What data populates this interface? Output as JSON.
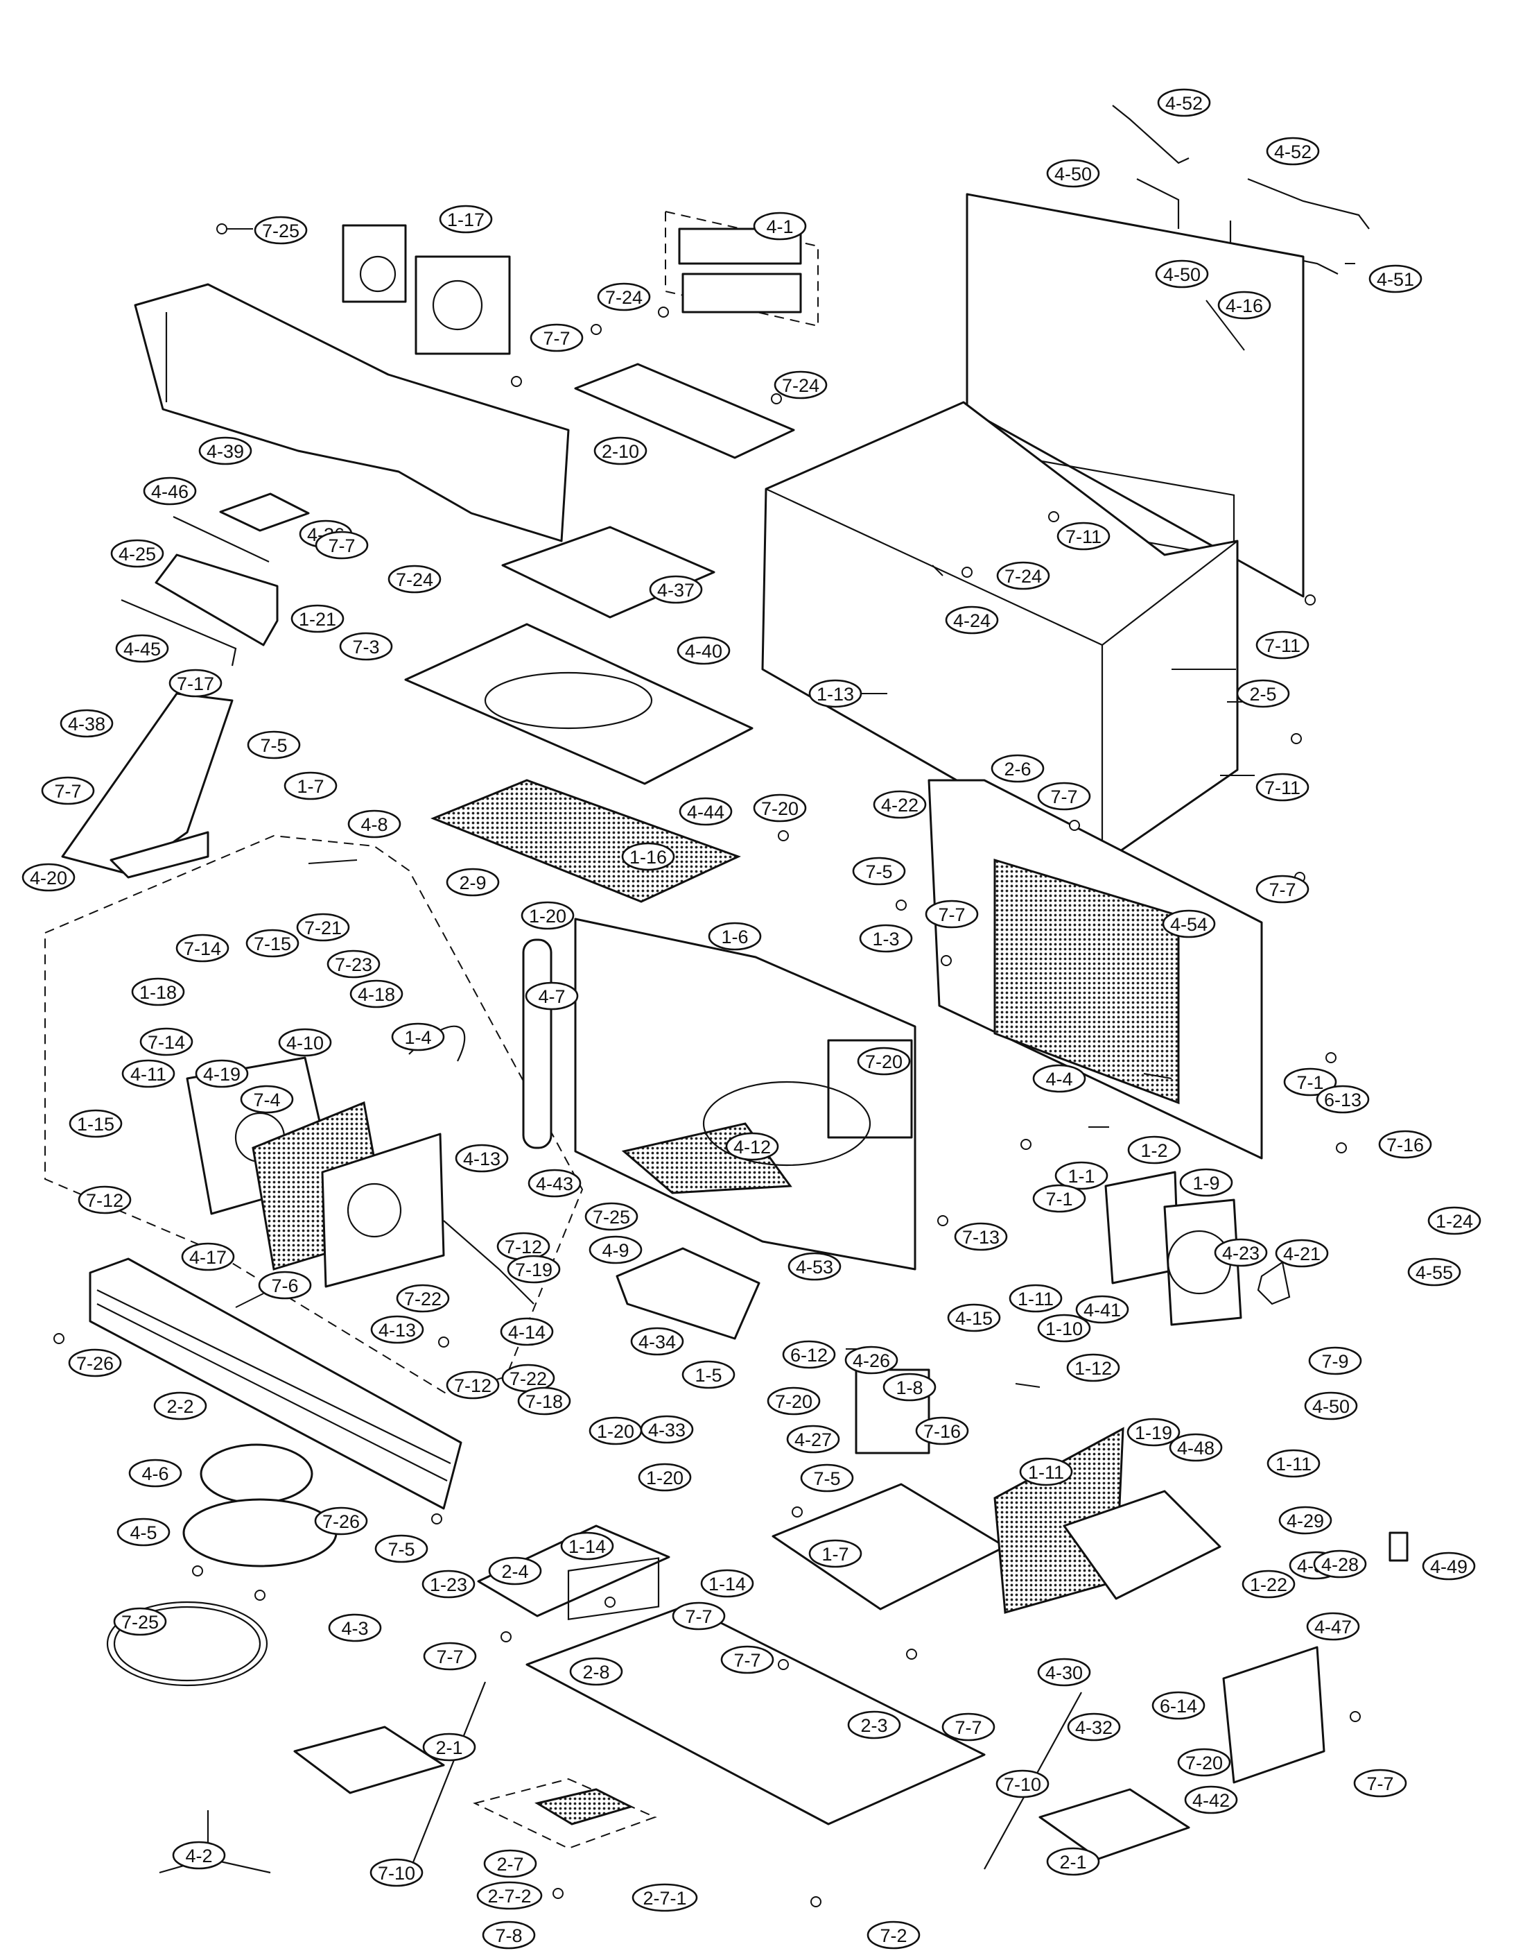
{
  "labels": [
    {
      "text": "4-52"
    },
    {
      "text": "4-52"
    },
    {
      "text": "4-50"
    },
    {
      "text": "4-50"
    },
    {
      "text": "4-51"
    },
    {
      "text": "4-16"
    },
    {
      "text": "7-25"
    },
    {
      "text": "1-17"
    },
    {
      "text": "7-7"
    },
    {
      "text": "4-39"
    },
    {
      "text": "4-1"
    },
    {
      "text": "7-24"
    },
    {
      "text": "7-24"
    },
    {
      "text": "2-10"
    },
    {
      "text": "4-46"
    },
    {
      "text": "4-36"
    },
    {
      "text": "4-25"
    },
    {
      "text": "7-7"
    },
    {
      "text": "1-21"
    },
    {
      "text": "7-3"
    },
    {
      "text": "4-45"
    },
    {
      "text": "7-24"
    },
    {
      "text": "4-37"
    },
    {
      "text": "7-11"
    },
    {
      "text": "7-24"
    },
    {
      "text": "4-24"
    },
    {
      "text": "7-11"
    },
    {
      "text": "2-5"
    },
    {
      "text": "1-13"
    },
    {
      "text": "4-40"
    },
    {
      "text": "7-17"
    },
    {
      "text": "4-38"
    },
    {
      "text": "7-5"
    },
    {
      "text": "7-7"
    },
    {
      "text": "1-7"
    },
    {
      "text": "4-20"
    },
    {
      "text": "4-8"
    },
    {
      "text": "4-44"
    },
    {
      "text": "2-6"
    },
    {
      "text": "7-11"
    },
    {
      "text": "4-22"
    },
    {
      "text": "7-7"
    },
    {
      "text": "7-20"
    },
    {
      "text": "1-16"
    },
    {
      "text": "1-20"
    },
    {
      "text": "2-9"
    },
    {
      "text": "1-6"
    },
    {
      "text": "7-5"
    },
    {
      "text": "4-54"
    },
    {
      "text": "7-7"
    },
    {
      "text": "7-7"
    },
    {
      "text": "1-3"
    },
    {
      "text": "7-14"
    },
    {
      "text": "7-15"
    },
    {
      "text": "7-21"
    },
    {
      "text": "1-18"
    },
    {
      "text": "7-23"
    },
    {
      "text": "4-18"
    },
    {
      "text": "7-14"
    },
    {
      "text": "4-10"
    },
    {
      "text": "4-11"
    },
    {
      "text": "7-4"
    },
    {
      "text": "4-7"
    },
    {
      "text": "1-4"
    },
    {
      "text": "7-20"
    },
    {
      "text": "7-1"
    },
    {
      "text": "4-4"
    },
    {
      "text": "6-13"
    },
    {
      "text": "4-19"
    },
    {
      "text": "1-15"
    },
    {
      "text": "7-12"
    },
    {
      "text": "4-17"
    },
    {
      "text": "7-6"
    },
    {
      "text": "4-13"
    },
    {
      "text": "4-43"
    },
    {
      "text": "4-12"
    },
    {
      "text": "7-25"
    },
    {
      "text": "1-1"
    },
    {
      "text": "1-2"
    },
    {
      "text": "7-1"
    },
    {
      "text": "7-16"
    },
    {
      "text": "1-9"
    },
    {
      "text": "1-24"
    },
    {
      "text": "7-12"
    },
    {
      "text": "7-19"
    },
    {
      "text": "7-22"
    },
    {
      "text": "4-9"
    },
    {
      "text": "7-13"
    },
    {
      "text": "4-53"
    },
    {
      "text": "4-41"
    },
    {
      "text": "4-23"
    },
    {
      "text": "4-21"
    },
    {
      "text": "4-55"
    },
    {
      "text": "4-14"
    },
    {
      "text": "4-13"
    },
    {
      "text": "7-12"
    },
    {
      "text": "7-22"
    },
    {
      "text": "7-18"
    },
    {
      "text": "4-34"
    },
    {
      "text": "6-12"
    },
    {
      "text": "4-26"
    },
    {
      "text": "4-15"
    },
    {
      "text": "1-11"
    },
    {
      "text": "1-10"
    },
    {
      "text": "1-12"
    },
    {
      "text": "7-9"
    },
    {
      "text": "7-26"
    },
    {
      "text": "2-2"
    },
    {
      "text": "1-5"
    },
    {
      "text": "7-20"
    },
    {
      "text": "4-33"
    },
    {
      "text": "7-16"
    },
    {
      "text": "1-8"
    },
    {
      "text": "1-19"
    },
    {
      "text": "4-50"
    },
    {
      "text": "4-6"
    },
    {
      "text": "1-20"
    },
    {
      "text": "4-27"
    },
    {
      "text": "1-11"
    },
    {
      "text": "4-48"
    },
    {
      "text": "1-11"
    },
    {
      "text": "4-29"
    },
    {
      "text": "7-26"
    },
    {
      "text": "1-14"
    },
    {
      "text": "1-20"
    },
    {
      "text": "7-5"
    },
    {
      "text": "4-31"
    },
    {
      "text": "4-5"
    },
    {
      "text": "7-5"
    },
    {
      "text": "2-4"
    },
    {
      "text": "1-7"
    },
    {
      "text": "4-28"
    },
    {
      "text": "4-49"
    },
    {
      "text": "1-23"
    },
    {
      "text": "1-14"
    },
    {
      "text": "1-22"
    },
    {
      "text": "7-25"
    },
    {
      "text": "7-7"
    },
    {
      "text": "4-47"
    },
    {
      "text": "4-3"
    },
    {
      "text": "7-7"
    },
    {
      "text": "7-7"
    },
    {
      "text": "2-8"
    },
    {
      "text": "4-30"
    },
    {
      "text": "6-14"
    },
    {
      "text": "2-3"
    },
    {
      "text": "7-7"
    },
    {
      "text": "4-32"
    },
    {
      "text": "7-20"
    },
    {
      "text": "2-1"
    },
    {
      "text": "7-7"
    },
    {
      "text": "4-42"
    },
    {
      "text": "7-10"
    },
    {
      "text": "7-10"
    },
    {
      "text": "2-7"
    },
    {
      "text": "4-2"
    },
    {
      "text": "2-7-2"
    },
    {
      "text": "2-1"
    },
    {
      "text": "2-7-1"
    },
    {
      "text": "7-8"
    },
    {
      "text": "7-2"
    }
  ]
}
